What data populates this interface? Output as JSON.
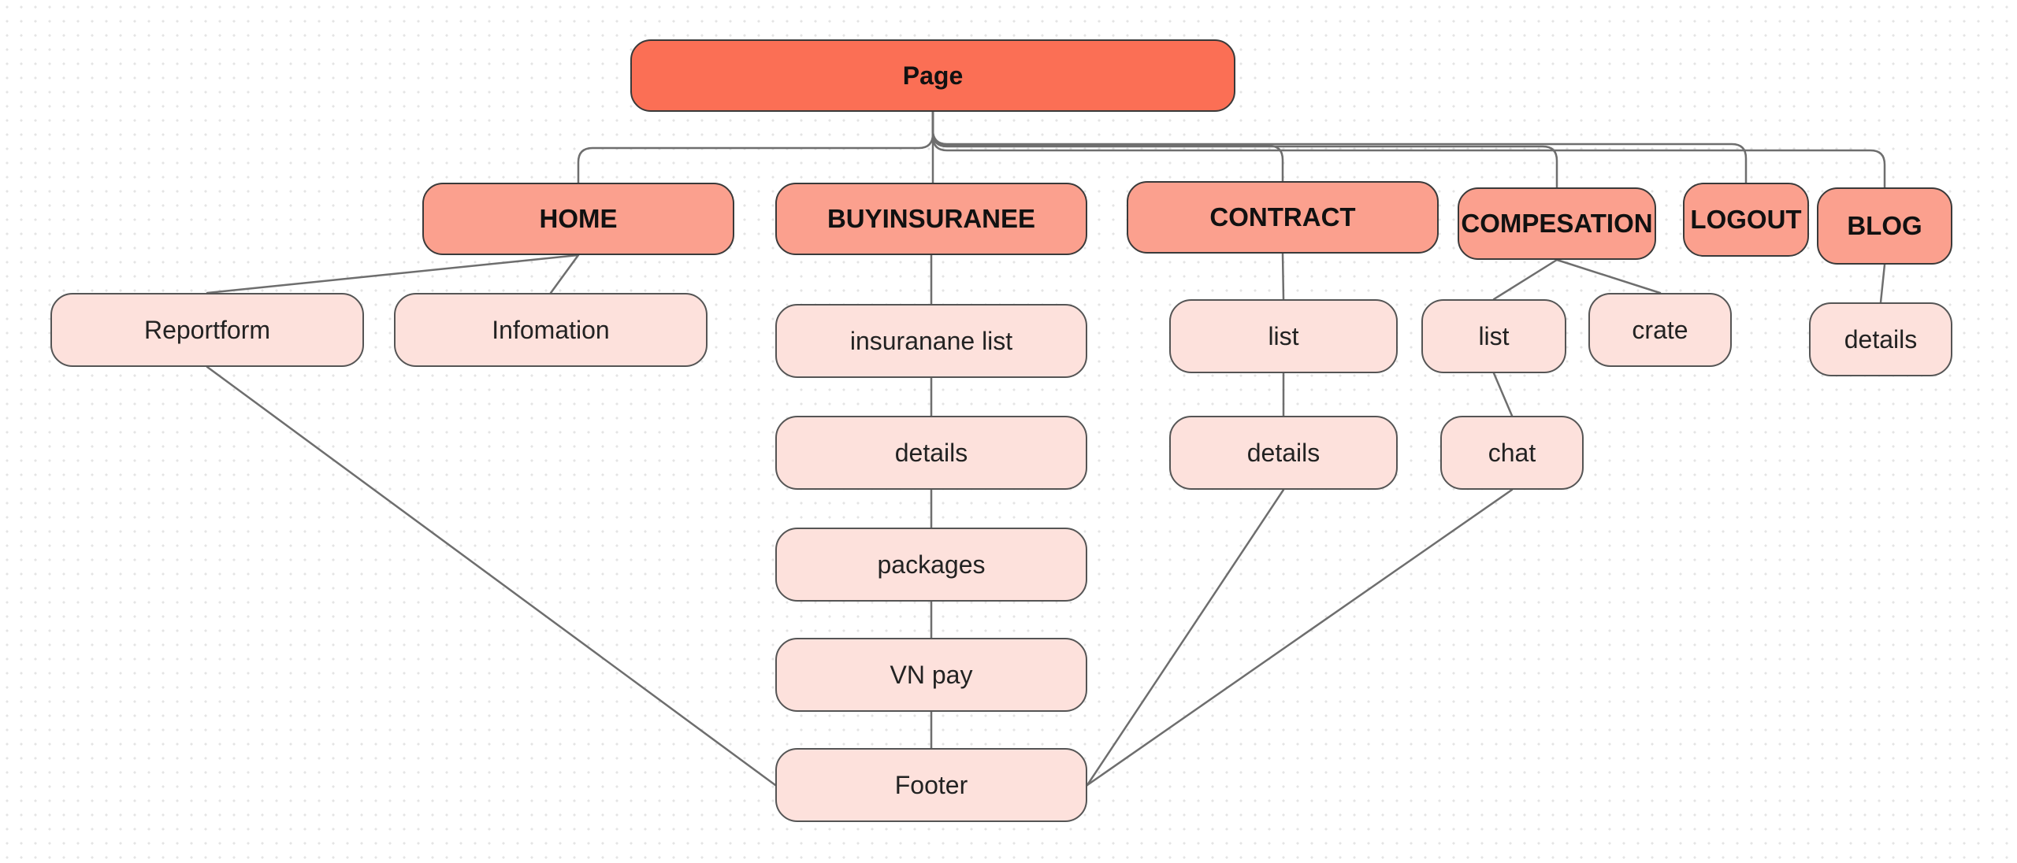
{
  "diagram": {
    "root": "Page",
    "sections": {
      "home": "HOME",
      "buyinsurance": "BUYINSURANEE",
      "contract": "CONTRACT",
      "compensation": "COMPESATION",
      "logout": "LOGOUT",
      "blog": "BLOG"
    },
    "pages": {
      "reportform": "Reportform",
      "infomation": "Infomation",
      "insurance_list": "insuranane list",
      "buy_details": "details",
      "packages": "packages",
      "vnpay": "VN pay",
      "footer": "Footer",
      "contract_list": "list",
      "contract_details": "details",
      "comp_list": "list",
      "comp_create": "crate",
      "chat": "chat",
      "blog_details": "details"
    },
    "edges": [
      [
        "root",
        "home"
      ],
      [
        "root",
        "buyinsurance"
      ],
      [
        "root",
        "contract"
      ],
      [
        "root",
        "compensation"
      ],
      [
        "root",
        "logout"
      ],
      [
        "root",
        "blog"
      ],
      [
        "home",
        "reportform"
      ],
      [
        "home",
        "infomation"
      ],
      [
        "buyinsurance",
        "insurance_list"
      ],
      [
        "insurance_list",
        "buy_details"
      ],
      [
        "buy_details",
        "packages"
      ],
      [
        "packages",
        "vnpay"
      ],
      [
        "vnpay",
        "footer"
      ],
      [
        "contract",
        "contract_list"
      ],
      [
        "contract_list",
        "contract_details"
      ],
      [
        "compensation",
        "comp_list"
      ],
      [
        "compensation",
        "comp_create"
      ],
      [
        "comp_list",
        "chat"
      ],
      [
        "blog",
        "blog_details"
      ],
      [
        "reportform",
        "footer"
      ],
      [
        "contract_details",
        "footer"
      ],
      [
        "chat",
        "footer"
      ]
    ],
    "colors": {
      "root_fill": "#fb6f55",
      "section_fill": "#fba08e",
      "page_fill": "#fde1dc",
      "border": "#3a3a3a",
      "edge": "#6e6e6e"
    }
  }
}
